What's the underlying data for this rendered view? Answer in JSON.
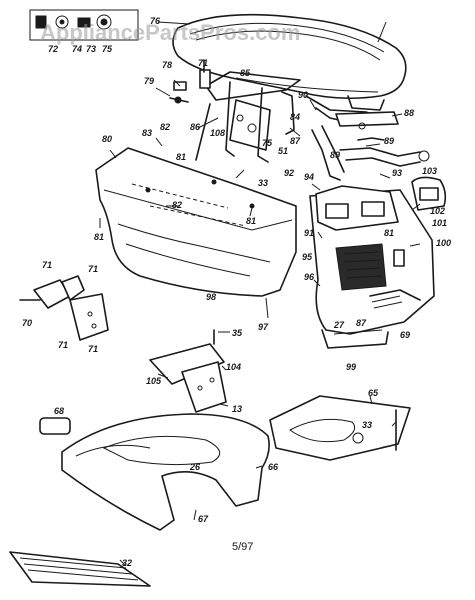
{
  "watermark": "AppliancePartsPros.com",
  "footer_code": "5/97",
  "legend_box": {
    "digits": "72  74  73  75",
    "callouts": [
      "72",
      "74",
      "73",
      "75"
    ]
  },
  "callouts": {
    "c76": "76",
    "c78": "78",
    "c71a": "71",
    "c85": "85",
    "c79": "79",
    "c90": "90",
    "c88": "88",
    "c80": "80",
    "c83": "83",
    "c82a": "82",
    "c86": "86",
    "c108": "108",
    "c84": "84",
    "c87a": "87",
    "c75": "75",
    "c89a": "89",
    "c89b": "89",
    "c81a": "81",
    "c51": "51",
    "c33a": "33",
    "c92": "92",
    "c94": "94",
    "c93": "93",
    "c103": "103",
    "c102": "102",
    "c101": "101",
    "c82b": "82",
    "c81b": "81",
    "c81c": "81",
    "c91": "91",
    "c81d": "81",
    "c100": "100",
    "c95": "95",
    "c96": "96",
    "c98": "98",
    "c71b": "71",
    "c71c": "71",
    "c70": "70",
    "c71d": "71",
    "c71e": "71",
    "c97": "97",
    "c27": "27",
    "c87b": "87",
    "c69": "69",
    "c99": "99",
    "c35": "35",
    "c104": "104",
    "c105": "105",
    "c13": "13",
    "c65": "65",
    "c68": "68",
    "c26": "26",
    "c66": "66",
    "c33b": "33",
    "c67": "67",
    "c32": "32"
  }
}
